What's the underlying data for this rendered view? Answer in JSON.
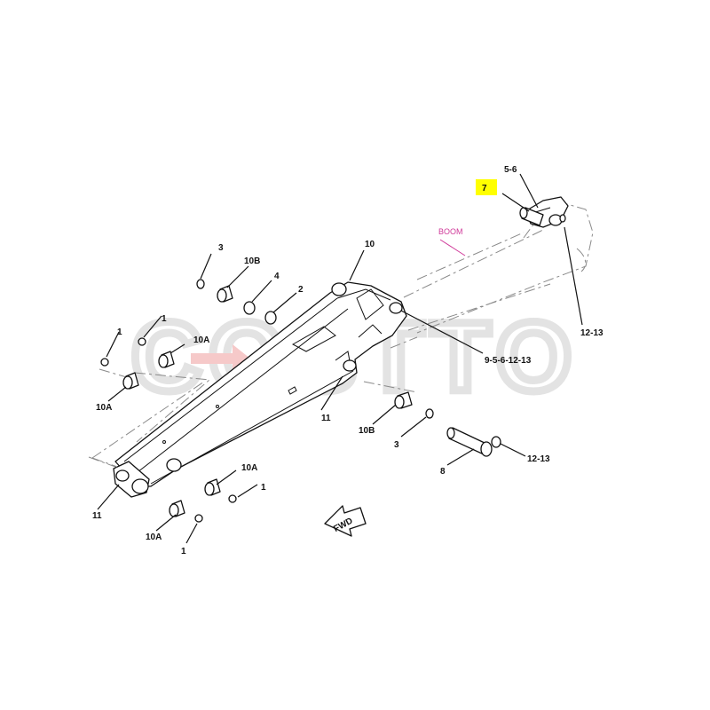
{
  "diagram": {
    "watermark_text": "COSTTO",
    "boom_label": "BOOM",
    "fwd_label": "FWD",
    "highlight_color": "#ffff00",
    "boom_label_color": "#d03a9a",
    "callouts": [
      {
        "id": "c-7",
        "text": "7",
        "highlighted": true
      },
      {
        "id": "c-5-6",
        "text": "5-6"
      },
      {
        "id": "c-12-13-top",
        "text": "12-13"
      },
      {
        "id": "c-10",
        "text": "10"
      },
      {
        "id": "c-9-5-6-12-13",
        "text": "9-5-6-12-13"
      },
      {
        "id": "c-3-top",
        "text": "3"
      },
      {
        "id": "c-10b-top",
        "text": "10B"
      },
      {
        "id": "c-4",
        "text": "4"
      },
      {
        "id": "c-2",
        "text": "2"
      },
      {
        "id": "c-1-a",
        "text": "1"
      },
      {
        "id": "c-1-b",
        "text": "1"
      },
      {
        "id": "c-10a-a",
        "text": "10A"
      },
      {
        "id": "c-10a-b",
        "text": "10A"
      },
      {
        "id": "c-11-mid",
        "text": "11"
      },
      {
        "id": "c-10b-mid",
        "text": "10B"
      },
      {
        "id": "c-3-mid",
        "text": "3"
      },
      {
        "id": "c-8",
        "text": "8"
      },
      {
        "id": "c-12-13-low",
        "text": "12-13"
      },
      {
        "id": "c-10a-c",
        "text": "10A"
      },
      {
        "id": "c-1-c",
        "text": "1"
      },
      {
        "id": "c-11-low",
        "text": "11"
      },
      {
        "id": "c-10a-d",
        "text": "10A"
      },
      {
        "id": "c-1-d",
        "text": "1"
      }
    ]
  }
}
